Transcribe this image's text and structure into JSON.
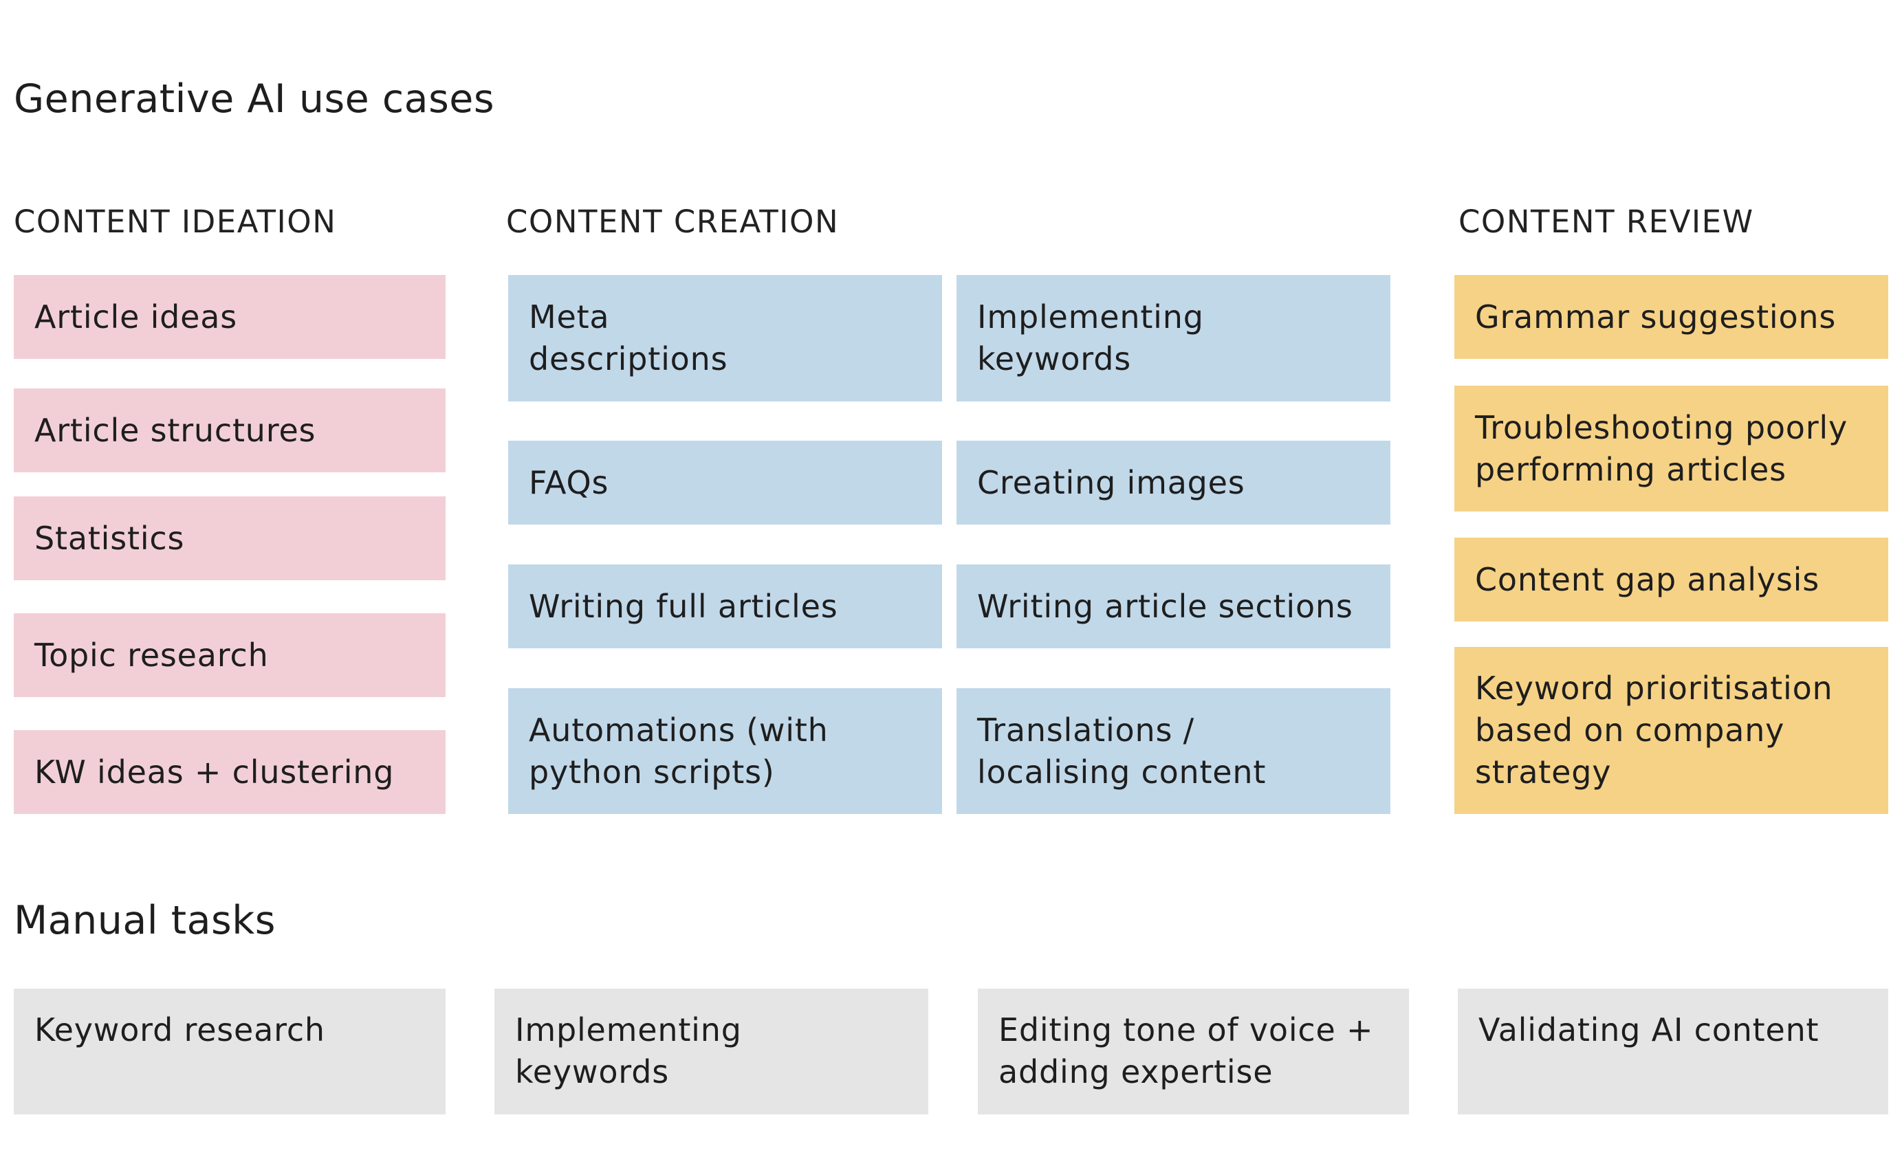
{
  "title": "Generative AI use cases",
  "columns": {
    "ideation": {
      "title": "CONTENT IDEATION",
      "items": [
        "Article ideas",
        "Article structures",
        "Statistics",
        "Topic research",
        "KW ideas + clustering"
      ]
    },
    "creation": {
      "title": "CONTENT CREATION",
      "items": [
        "Meta\ndescriptions",
        "Implementing\nkeywords",
        "FAQs",
        "Creating images",
        "Writing full articles",
        "Writing article sections",
        "Automations (with\npython scripts)",
        "Translations /\nlocalising content"
      ]
    },
    "review": {
      "title": "CONTENT REVIEW",
      "items": [
        "Grammar suggestions",
        "Troubleshooting poorly\nperforming articles",
        "Content gap analysis",
        "Keyword prioritisation\nbased on company\nstrategy"
      ]
    }
  },
  "manual": {
    "title": "Manual tasks",
    "items": [
      "Keyword research",
      "Implementing\nkeywords",
      "Editing tone of voice +\nadding expertise",
      "Validating AI content"
    ]
  },
  "colors": {
    "ideation": "#f2cfd6",
    "creation": "#c1d8e9",
    "review": "#f6d286",
    "manual": "#e5e5e5"
  }
}
